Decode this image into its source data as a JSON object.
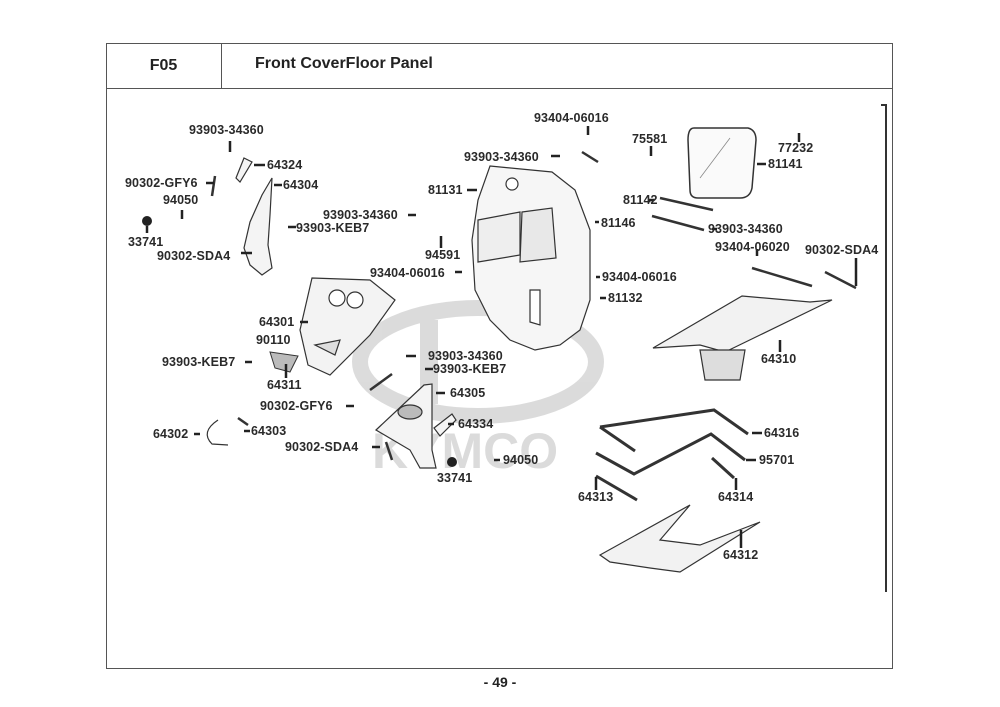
{
  "header": {
    "code": "F05",
    "title": "Front CoverFloor Panel"
  },
  "page_number": "- 49 -",
  "watermark": "KYMCO",
  "labels": [
    {
      "id": "l1",
      "text": "93903-34360"
    },
    {
      "id": "l2",
      "text": "64324"
    },
    {
      "id": "l3",
      "text": "64304"
    },
    {
      "id": "l4",
      "text": "90302-GFY6"
    },
    {
      "id": "l5",
      "text": "94050"
    },
    {
      "id": "l6",
      "text": "33741"
    },
    {
      "id": "l7",
      "text": "90302-SDA4"
    },
    {
      "id": "l8",
      "text": "93903-KEB7"
    },
    {
      "id": "l9",
      "text": "93903-34360"
    },
    {
      "id": "l10",
      "text": "94591"
    },
    {
      "id": "l11",
      "text": "93404-06016"
    },
    {
      "id": "l12",
      "text": "81131"
    },
    {
      "id": "l13",
      "text": "93903-34360"
    },
    {
      "id": "l14",
      "text": "93404-06016"
    },
    {
      "id": "l15",
      "text": "81146"
    },
    {
      "id": "l16",
      "text": "93404-06016"
    },
    {
      "id": "l17",
      "text": "81132"
    },
    {
      "id": "l18",
      "text": "75581"
    },
    {
      "id": "l19",
      "text": "77232"
    },
    {
      "id": "l20",
      "text": "81141"
    },
    {
      "id": "l21",
      "text": "81142"
    },
    {
      "id": "l22",
      "text": "93903-34360"
    },
    {
      "id": "l23",
      "text": "93404-06020"
    },
    {
      "id": "l24",
      "text": "90302-SDA4"
    },
    {
      "id": "l25",
      "text": "64310"
    },
    {
      "id": "l26",
      "text": "64301"
    },
    {
      "id": "l27",
      "text": "90110"
    },
    {
      "id": "l28",
      "text": "93903-KEB7"
    },
    {
      "id": "l29",
      "text": "64311"
    },
    {
      "id": "l30",
      "text": "93903-34360"
    },
    {
      "id": "l31",
      "text": "93903-KEB7"
    },
    {
      "id": "l32",
      "text": "64305"
    },
    {
      "id": "l33",
      "text": "90302-GFY6"
    },
    {
      "id": "l34",
      "text": "64334"
    },
    {
      "id": "l35",
      "text": "64302"
    },
    {
      "id": "l36",
      "text": "64303"
    },
    {
      "id": "l37",
      "text": "90302-SDA4"
    },
    {
      "id": "l38",
      "text": "94050"
    },
    {
      "id": "l39",
      "text": "33741"
    },
    {
      "id": "l40",
      "text": "64316"
    },
    {
      "id": "l41",
      "text": "95701"
    },
    {
      "id": "l42",
      "text": "64313"
    },
    {
      "id": "l43",
      "text": "64314"
    },
    {
      "id": "l44",
      "text": "64312"
    }
  ]
}
